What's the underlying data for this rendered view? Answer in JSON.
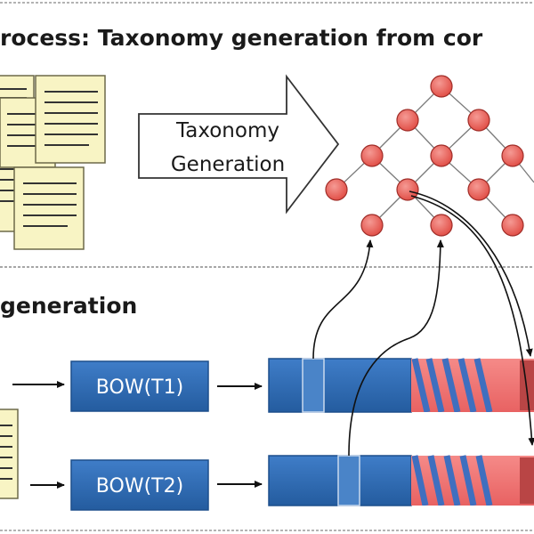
{
  "top_section": {
    "heading": "rocess: Taxonomy generation from cor"
  },
  "generation_arrow": {
    "line1": "Taxonomy",
    "line2": "Generation"
  },
  "bottom_section": {
    "heading": "generation"
  },
  "bow_boxes": [
    {
      "label": "BOW(T1)"
    },
    {
      "label": "BOW(T2)"
    }
  ],
  "colors": {
    "document_fill": "#f8f4c4",
    "document_stroke": "#6d6a4a",
    "node_fill": "#e8574f",
    "node_stroke": "#a02d28",
    "bow_blue": "#2f6bb8",
    "bow_red": "#f07272",
    "stripe_blue": "#4f7fc7",
    "dash_line": "#9a9a9a"
  },
  "icons": [
    "document-icon",
    "taxonomy-node",
    "arrow-right-icon"
  ]
}
